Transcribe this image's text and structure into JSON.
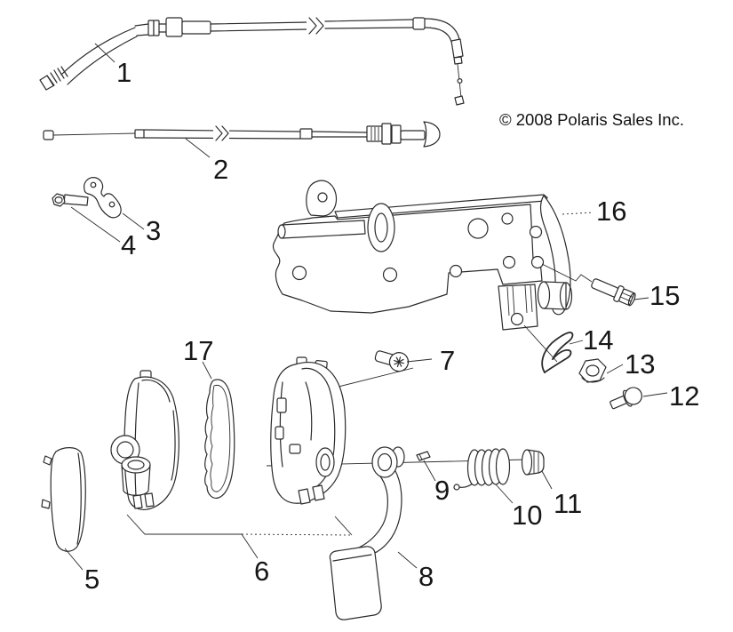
{
  "copyright": "© 2008 Polaris Sales Inc.",
  "callouts": [
    {
      "label": "1"
    },
    {
      "label": "2"
    },
    {
      "label": "3"
    },
    {
      "label": "4"
    },
    {
      "label": "5"
    },
    {
      "label": "6"
    },
    {
      "label": "7"
    },
    {
      "label": "8"
    },
    {
      "label": "9"
    },
    {
      "label": "10"
    },
    {
      "label": "11"
    },
    {
      "label": "12"
    },
    {
      "label": "13"
    },
    {
      "label": "14"
    },
    {
      "label": "15"
    },
    {
      "label": "16"
    },
    {
      "label": "17"
    }
  ]
}
